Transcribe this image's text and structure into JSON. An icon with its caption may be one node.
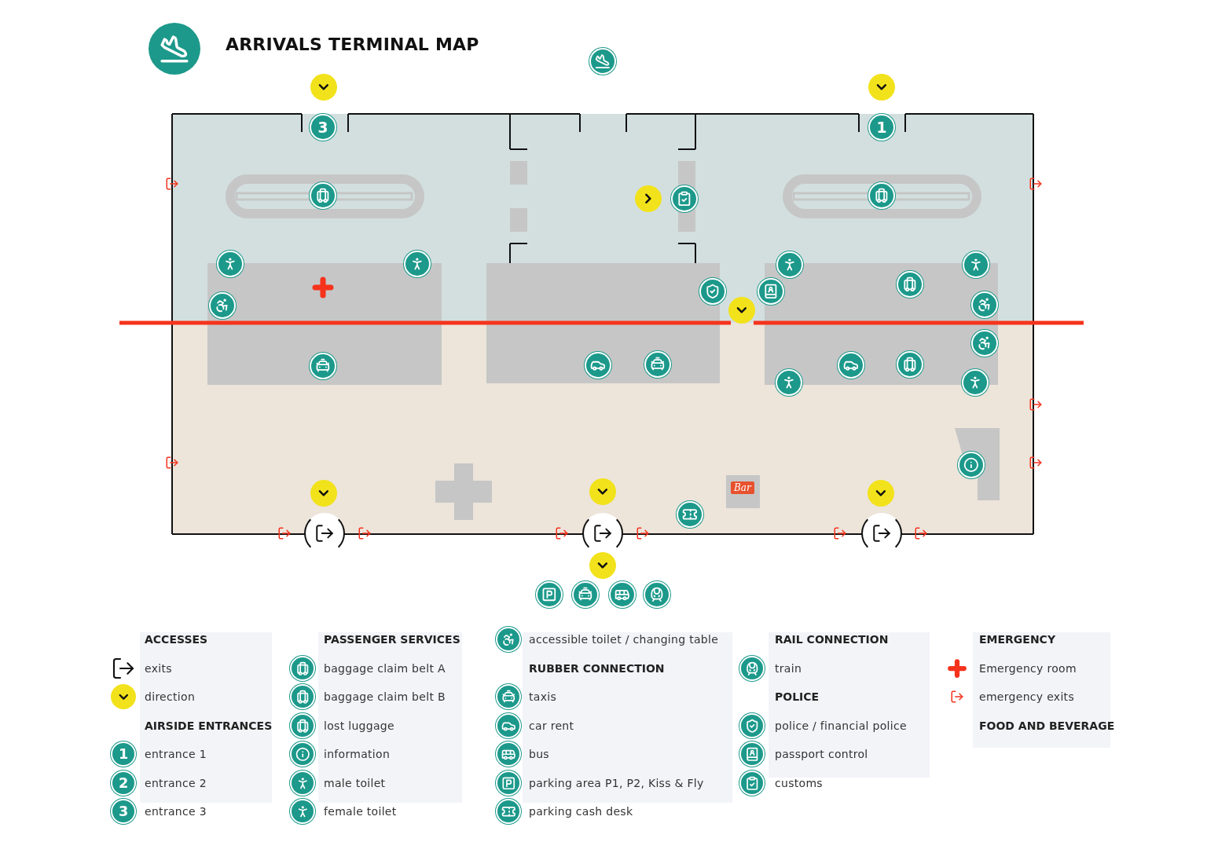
{
  "diagram": {
    "title": "ARRIVALS TERMINAL MAP",
    "labels": [
      "3",
      "1",
      "Bar",
      "ACCESSES",
      "AIRSIDE ENTRANCES",
      "PASSENGER SERVICES",
      "RUBBER CONNECTION",
      "RAIL CONNECTION",
      "POLICE",
      "EMERGENCY",
      "FOOD AND BEVERAGE",
      "1",
      "2",
      "3"
    ],
    "legend": [
      {
        "text": "exits"
      },
      {
        "text": "direction"
      },
      {
        "text": "entrance 1"
      },
      {
        "text": "entrance 2"
      },
      {
        "text": "entrance 3"
      },
      {
        "text": "baggage claim belt A"
      },
      {
        "text": "baggage claim belt B"
      },
      {
        "text": "lost luggage"
      },
      {
        "text": "information"
      },
      {
        "text": "male toilet"
      },
      {
        "text": "female toilet"
      },
      {
        "text": "accessible toilet / changing table"
      },
      {
        "text": "taxis"
      },
      {
        "text": "car rent"
      },
      {
        "text": "bus"
      },
      {
        "text": "parking area P1, P2, Kiss & Fly"
      },
      {
        "text": "parking cash desk"
      },
      {
        "text": "train"
      },
      {
        "text": "police / financial police"
      },
      {
        "text": "passport control"
      },
      {
        "text": "customs"
      },
      {
        "text": "Emergency room"
      },
      {
        "text": "emergency exits"
      }
    ]
  }
}
